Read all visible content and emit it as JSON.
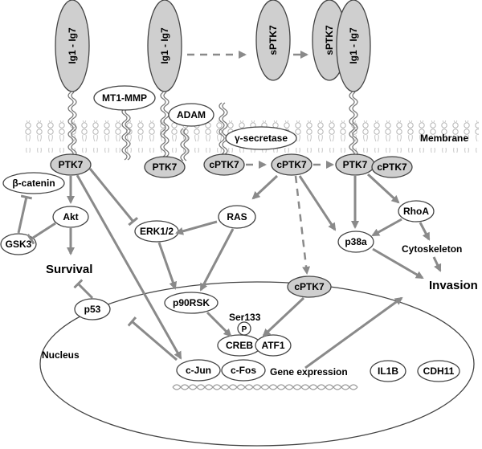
{
  "labels": {
    "ig_1": "Ig1 - Ig7",
    "ig_2": "Ig1 - Ig7",
    "ig_3": "Ig1 - Ig7",
    "spTK7_1": "sPTK7",
    "spTK7_2": "sPTK7",
    "mt1mmp": "MT1-MMP",
    "adam": "ADAM",
    "gamma_secretase": "γ-secretase",
    "membrane": "Membrane",
    "ptk7_left": "PTK7",
    "ptk7_mid": "PTK7",
    "cptk7_a": "cPTK7",
    "cptk7_b": "cPTK7",
    "ptk7_right": "PTK7",
    "cptk7_right": "cPTK7",
    "beta_catenin": "β-catenin",
    "akt": "Akt",
    "gsk3": "GSK3",
    "survival": "Survival",
    "erk": "ERK1/2",
    "ras": "RAS",
    "rhoa": "RhoA",
    "p38a": "p38a",
    "cytoskeleton": "Cytoskeleton",
    "invasion": "Invasion",
    "p53": "p53",
    "p90rsk": "p90RSK",
    "cptk7_nuc": "cPTK7",
    "ser133": "Ser133",
    "p": "P",
    "creb": "CREB",
    "atf1": "ATF1",
    "nucleus": "Nucleus",
    "cjun": "c-Jun",
    "cfos": "c-Fos",
    "gene_expression": "Gene expression",
    "il1b": "IL1B",
    "cdh11": "CDH11"
  },
  "colors": {
    "arrow": "#8a8a8a",
    "shaded_node": "#cfcfcf",
    "membrane": "#b5b5b5"
  }
}
